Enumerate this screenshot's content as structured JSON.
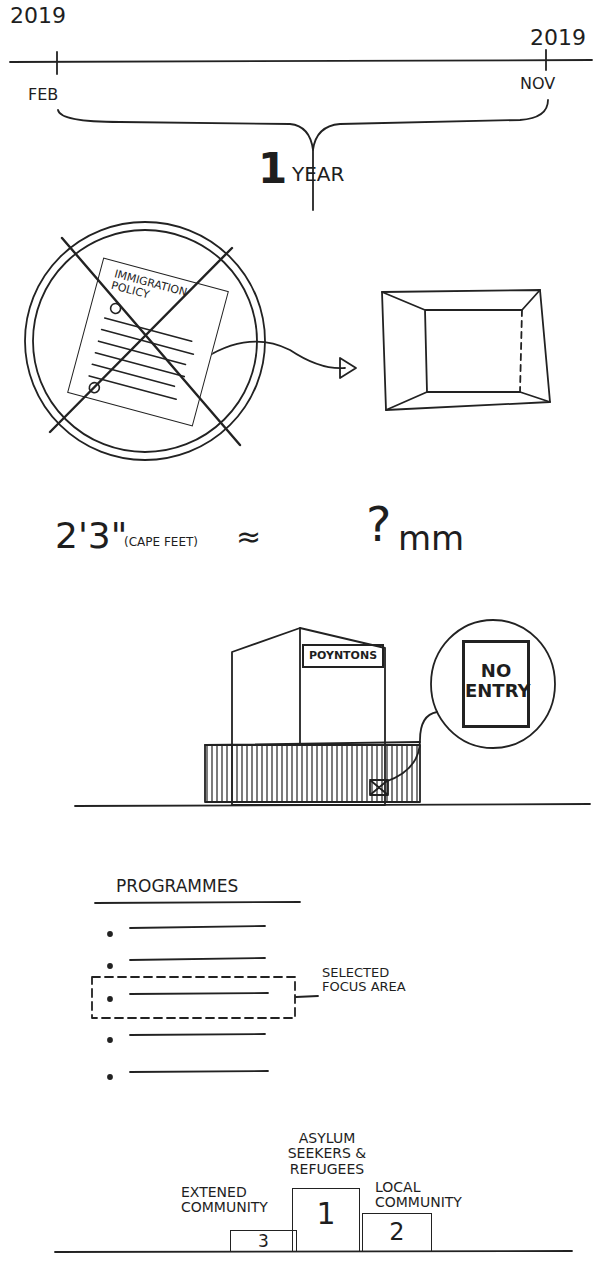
{
  "diagram": {
    "nodes": [
      {
        "text": [
          "IMMIGRATION POLICY"
        ]
      },
      {
        "text": [
          "POYNTONS"
        ]
      },
      {
        "text": [
          "NO ENTRY"
        ]
      },
      {
        "text": [
          "ASYLUM SEEKERS & REFUGEES",
          "1"
        ]
      },
      {
        "text": [
          "LOCAL COMMUNITY",
          "2"
        ]
      },
      {
        "text": [
          "EXTENED COMMUNITY",
          "3"
        ]
      }
    ],
    "labels": [
      "2019",
      "2019",
      "FEB",
      "NOV",
      "1",
      "YEAR",
      "2'3\"",
      "(CAPE FEET)",
      "≈",
      "?",
      "mm",
      "PROGRAMMES",
      "SELECTED FOCUS AREA"
    ]
  }
}
